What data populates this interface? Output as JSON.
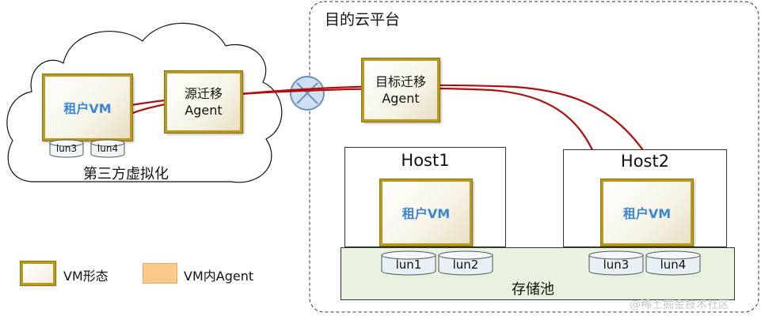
{
  "target_platform": {
    "title": "目的云平台"
  },
  "third_party": {
    "title": "第三方虚拟化"
  },
  "tenant_vm_left": {
    "label": "租户VM"
  },
  "source_agent": {
    "label": "源迁移\nAgent"
  },
  "target_agent": {
    "label": "目标迁移\nAgent"
  },
  "left_luns": [
    "lun3",
    "lun4"
  ],
  "host1": {
    "title": "Host1",
    "vm_label": "租户VM"
  },
  "host2": {
    "title": "Host2",
    "vm_label": "租户VM"
  },
  "storage_pool": {
    "label": "存储池",
    "luns": [
      "lun1",
      "lun2",
      "lun3",
      "lun4"
    ]
  },
  "legend": {
    "vm_form": "VM形态",
    "vm_agent": "VM内Agent"
  },
  "watermark": "@稀土掘金技术社区",
  "colors": {
    "arrow": "#b00f0f",
    "vm_border": "#b99a1a",
    "vm_label": "#3a86d6",
    "agent_swatch": "#fbc98a",
    "storage_fill": "#e9f1df"
  }
}
